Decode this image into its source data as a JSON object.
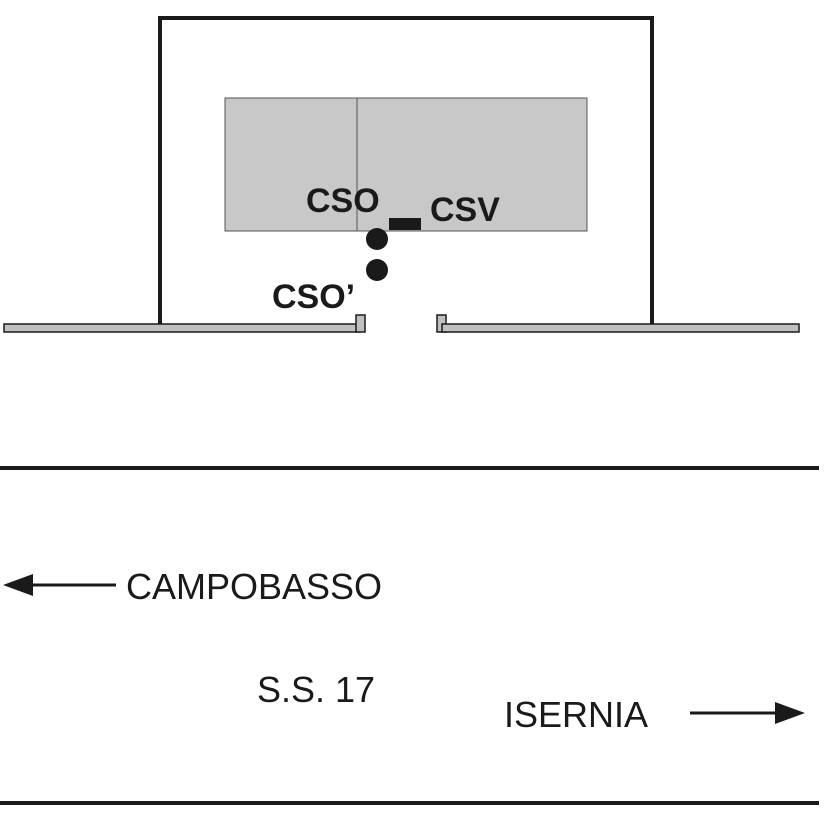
{
  "labels": {
    "cso": "CSO",
    "csv": "CSV",
    "cso_prime": "CSO’",
    "campobasso": "CAMPOBASSO",
    "isernia": "ISERNIA",
    "road": "S.S. 17"
  },
  "colors": {
    "ink": "#1a1a1a",
    "building_fill": "#c8c8c8",
    "wall_fill": "#c0c0c0",
    "background": "#ffffff"
  }
}
